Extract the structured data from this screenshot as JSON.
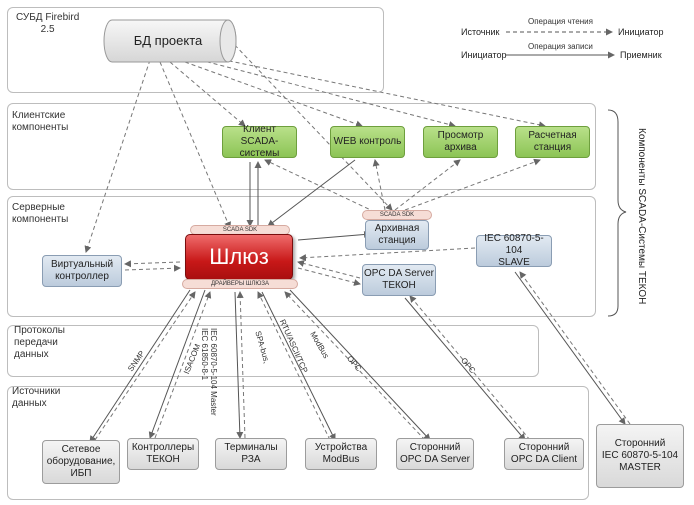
{
  "dbms": {
    "label": "СУБД Firebird\n2.5",
    "db_label": "БД проекта"
  },
  "legend": {
    "read_source": "Источник",
    "read_op": "Операция чтения",
    "read_initiator": "Инициатор",
    "write_initiator": "Инициатор",
    "write_op": "Операция записи",
    "write_receiver": "Приемник"
  },
  "layers": {
    "client": "Клиентские\nкомпоненты",
    "server": "Серверные\nкомпоненты",
    "protocols": "Протоколы\nпередачи\nданных",
    "sources": "Источники\nданных"
  },
  "side_title": "Компоненты SCADA-Системы ТЕКОН",
  "client_nodes": [
    "Клиент SCADA-\nсистемы",
    "WEB контроль",
    "Просмотр\nархива",
    "Расчетная\nстанция"
  ],
  "server": {
    "gateway": "Шлюз",
    "gateway_sdk": "SCADA SDK",
    "gateway_drivers": "ДРАЙВЕРЫ ШЛЮЗА",
    "archive": "Архивная\nстанция",
    "archive_sdk": "SCADA SDK",
    "virtual_controller": "Виртуальный\nконтроллер",
    "iec_slave": "IEC 60870-5-104\nSLAVE",
    "opc_server": "OPC DA Server\nТЕКОН"
  },
  "sources": [
    "Сетевое\nоборудование,\nИБП",
    "Контроллеры\nТЕКОН",
    "Терминалы\nРЗА",
    "Устройства\nModBus",
    "Сторонний\nOPC DA Server",
    "Сторонний\nOPC DA Client",
    "Сторонний\nIEC 60870-5-104\nMASTER"
  ],
  "protocols": [
    "SNMP",
    "ISACOM",
    "IEC 60870-5-104 Master\nIEC 61850-8-1",
    "SPA-bus,",
    "RTU/ASCII/TCP",
    "ModBus",
    "OPC",
    "OPC"
  ],
  "colors": {
    "gateway": "#c81818",
    "client": "#8cc455",
    "server": "#bccbdc",
    "source": "#d9d9d9",
    "sdk": "#f6ddd6"
  }
}
